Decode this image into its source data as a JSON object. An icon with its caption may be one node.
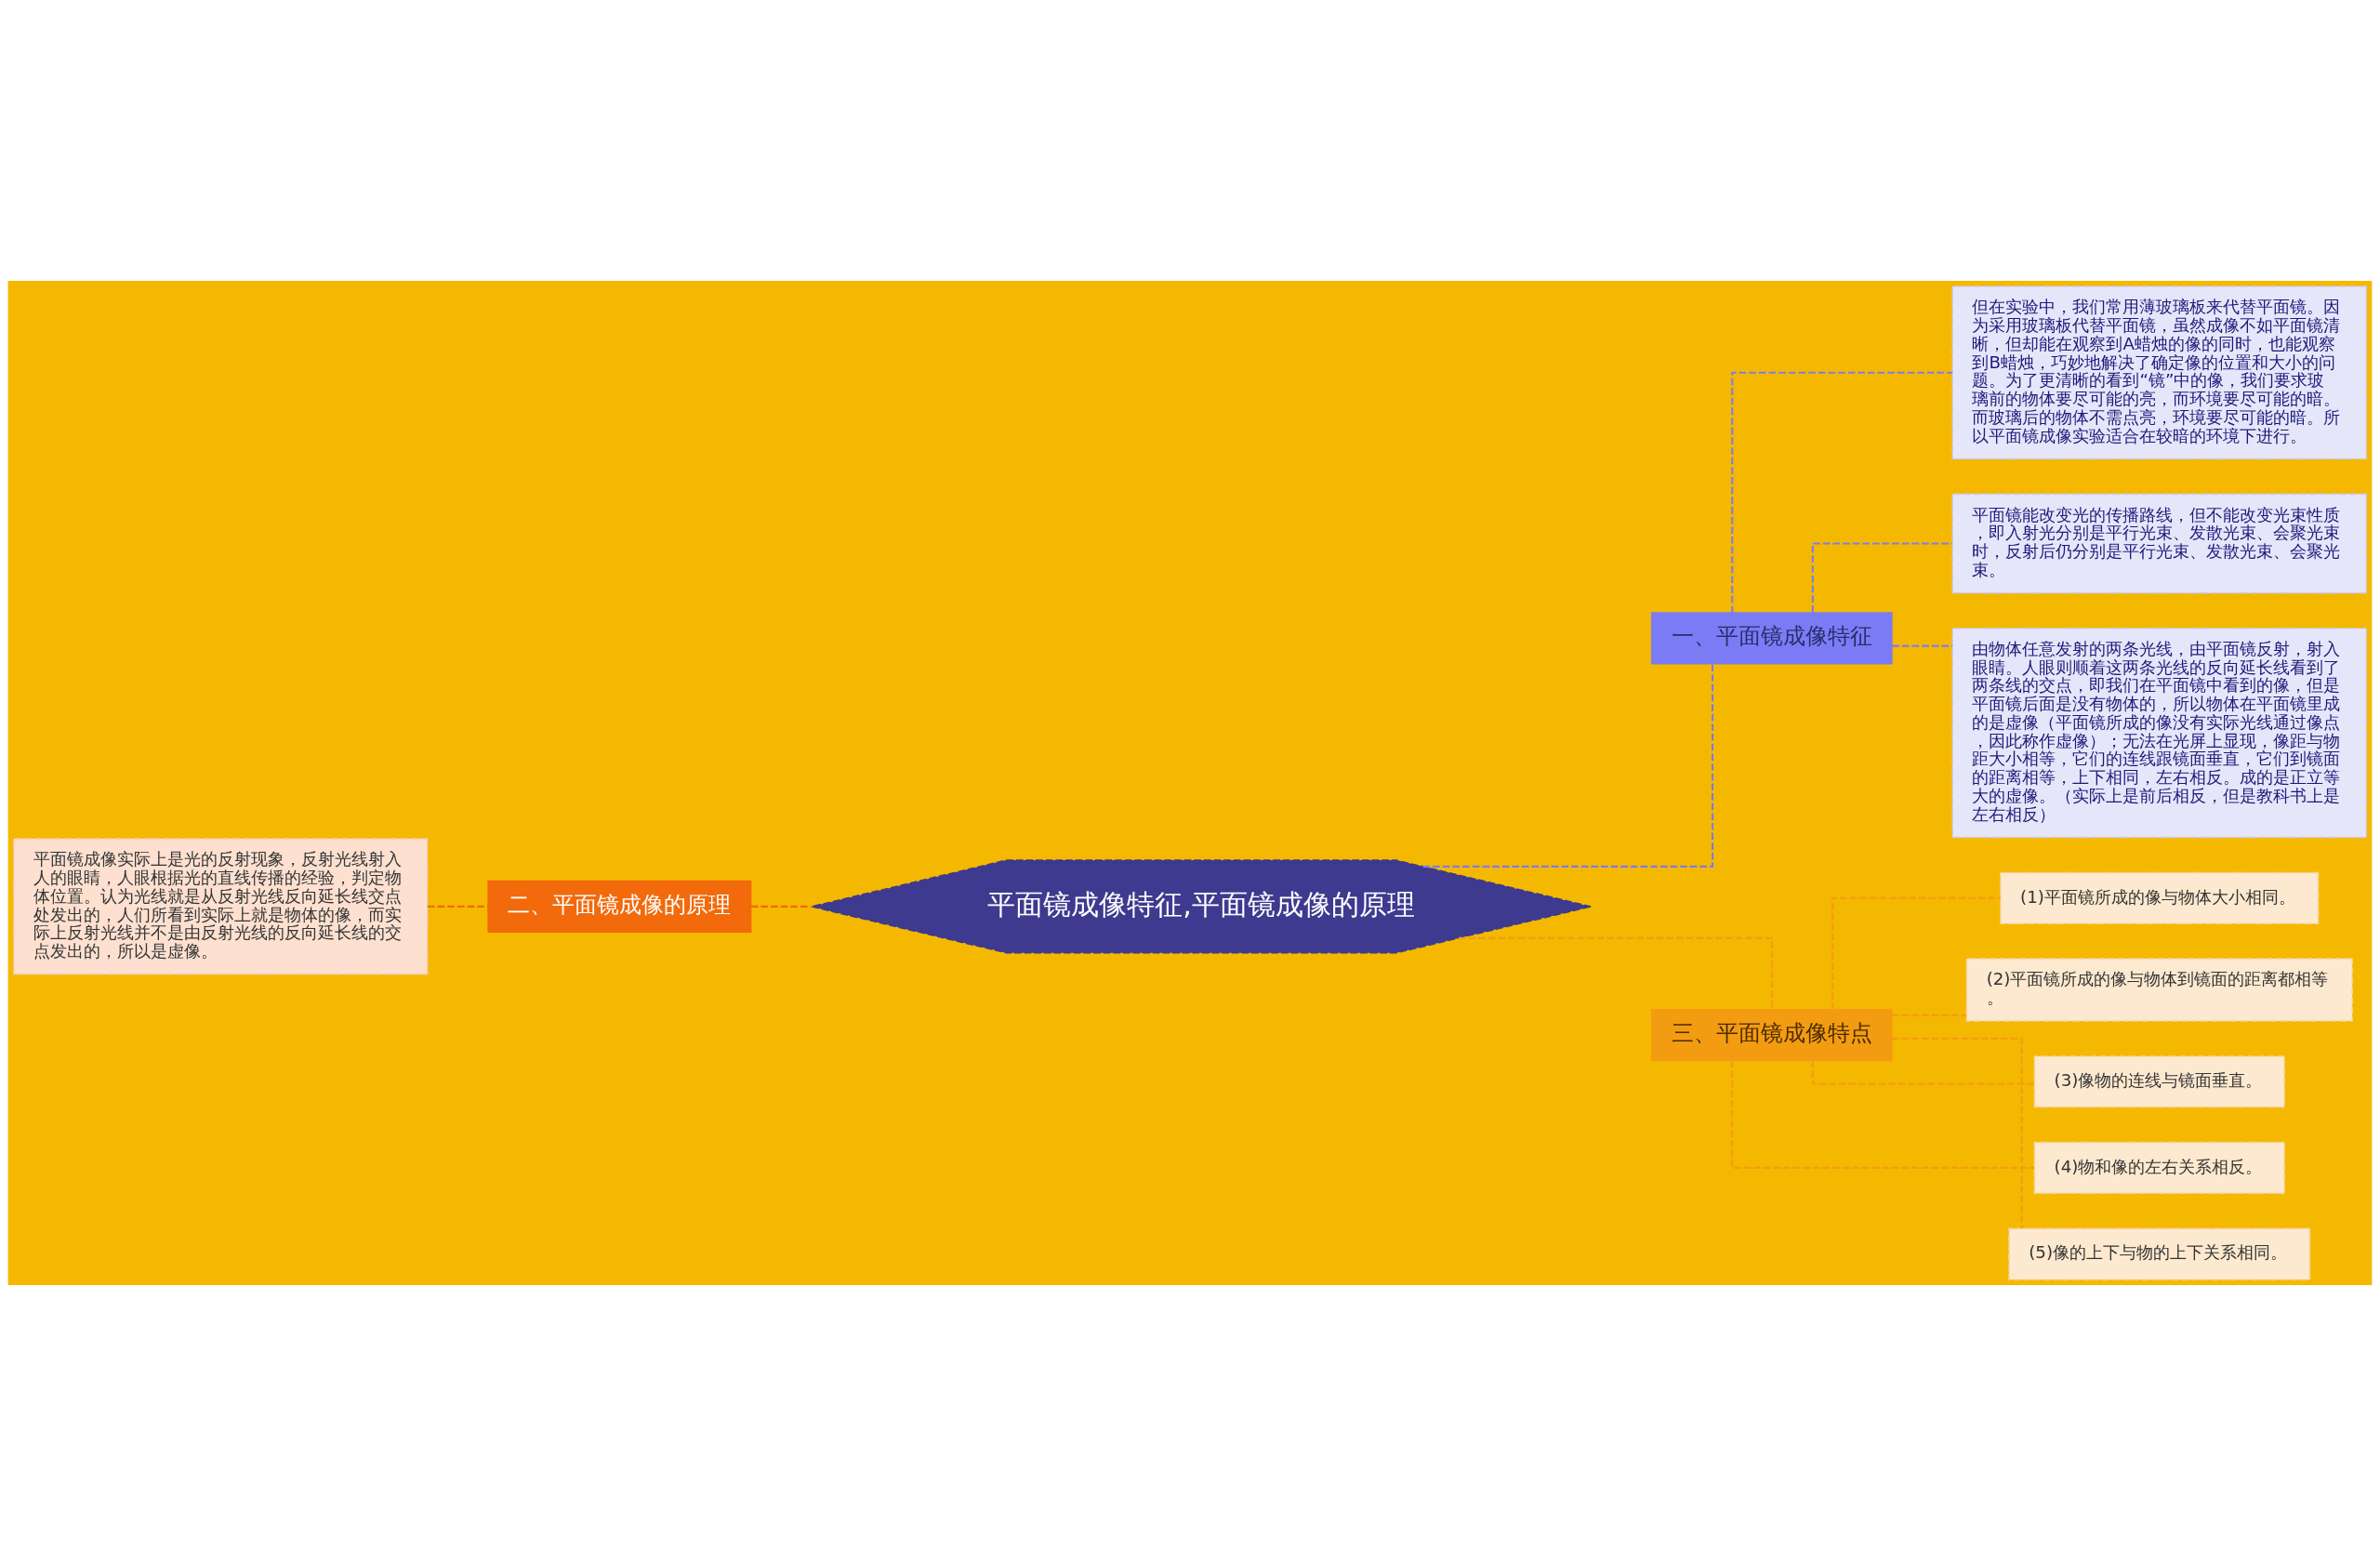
{
  "diagram": {
    "nodes": [
      {
        "text": [
          "平面镜成像特征,平面镜成像的原理"
        ]
      },
      {
        "text": [
          "一、平面镜成像特征"
        ]
      },
      {
        "text": [
          "但在实验中，我们常用薄玻璃板来代替平面镜。因为采用玻璃板代替平面镜，虽然成像不如平面镜清晰，但却能在观察到A蜡烛的像的同时，也能观察到B蜡烛，巧妙地解决了确定像的位置和大小的问题。为了更清晰的看到“镜”中的像，我们要求玻璃前的物体要尽可能的亮，而环境要尽可能的暗。而玻璃后的物体不需点亮，环境要尽可能的暗。所以平面镜成像实验适合在较暗的环境下进行。"
        ]
      },
      {
        "text": [
          "平面镜能改变光的传播路线，但不能改变光束性质，即入射光分别是平行光束、发散光束、会聚光束时，反射后仍分别是平行光束、发散光束、会聚光束。"
        ]
      },
      {
        "text": [
          "由物体任意发射的两条光线，由平面镜反射，射入眼睛。人眼则顺着这两条光线的反向延长线看到了两条线的交点，即我们在平面镜中看到的像，但是平面镜后面是没有物体的，所以物体在平面镜里成的是虚像（平面镜所成的像没有实际光线通过像点，因此称作虚像）；无法在光屏上显现，像距与物距大小相等，它们的连线跟镜面垂直，它们到镜面的距离相等，上下相同，左右相反。成的是正立等大的虚像。（实际上是前后相反，但是教科书上是左右相反）"
        ]
      },
      {
        "text": [
          "三、平面镜成像特点"
        ]
      },
      {
        "text": [
          "(1)平面镜所成的像与物体大小相同。"
        ]
      },
      {
        "text": [
          "(2)平面镜所成的像与物体到镜面的距离都相等。"
        ]
      },
      {
        "text": [
          "(3)像物的连线与镜面垂直。"
        ]
      },
      {
        "text": [
          "(4)物和像的左右关系相反。"
        ]
      },
      {
        "text": [
          "(5)像的上下与物的上下关系相同。"
        ]
      },
      {
        "text": [
          "二、平面镜成像的原理"
        ]
      },
      {
        "text": [
          "平面镜成像实际上是光的反射现象，反射光线射入人的眼睛，人眼根据光的直线传播的经验，判定物体位置。认为光线就是从反射光线反向延长线交点处发出的，人们所看到实际上就是物体的像，而实际上反射光线并不是由反射光线的反向延长线的交点发出的，所以是虚像。"
        ]
      }
    ],
    "edges": [
      {
        "from": 0,
        "to": 1,
        "arrow": "none",
        "style": "dashed",
        "color": "#7b7cf5"
      },
      {
        "from": 1,
        "to": 2,
        "arrow": "none",
        "style": "dashed",
        "color": "#7b7cf5"
      },
      {
        "from": 1,
        "to": 3,
        "arrow": "none",
        "style": "dashed",
        "color": "#7b7cf5"
      },
      {
        "from": 1,
        "to": 4,
        "arrow": "none",
        "style": "dashed",
        "color": "#7b7cf5"
      },
      {
        "from": 0,
        "to": 5,
        "arrow": "none",
        "style": "dashed"
      },
      {
        "from": 5,
        "to": 6,
        "arrow": "none",
        "style": "dashed"
      },
      {
        "from": 5,
        "to": 7,
        "arrow": "none",
        "style": "dashed"
      },
      {
        "from": 5,
        "to": 8,
        "arrow": "none",
        "style": "dashed"
      },
      {
        "from": 5,
        "to": 9,
        "arrow": "none",
        "style": "dashed"
      },
      {
        "from": 5,
        "to": 10,
        "arrow": "none",
        "style": "dashed"
      },
      {
        "from": 0,
        "to": 11,
        "arrow": "none",
        "style": "dashed",
        "color": "#f26a0c"
      },
      {
        "from": 11,
        "to": 12,
        "arrow": "none",
        "style": "dashed",
        "color": "#f26a0c"
      }
    ]
  }
}
